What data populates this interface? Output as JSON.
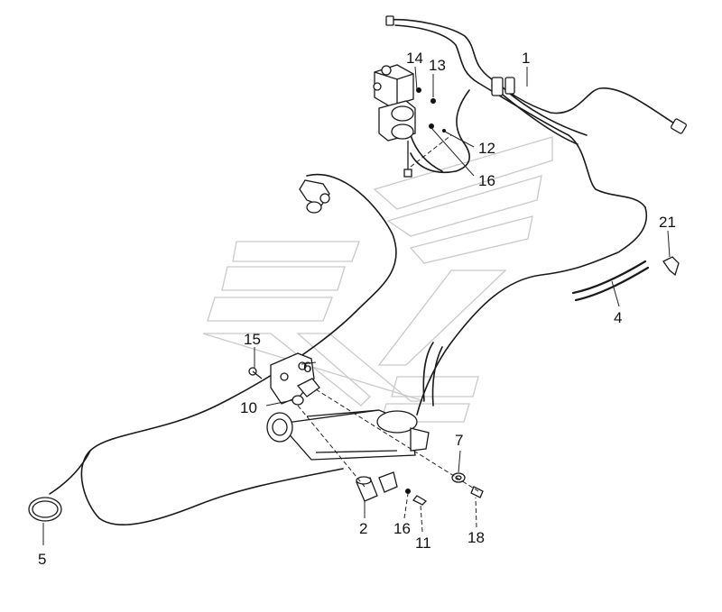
{
  "callouts": {
    "c1": "1",
    "c2": "2",
    "c4": "4",
    "c5": "5",
    "c6": "6",
    "c7": "7",
    "c10": "10",
    "c11": "11",
    "c12": "12",
    "c13": "13",
    "c14": "14",
    "c15": "15",
    "c16a": "16",
    "c16b": "16",
    "c18": "18",
    "c21": "21"
  }
}
